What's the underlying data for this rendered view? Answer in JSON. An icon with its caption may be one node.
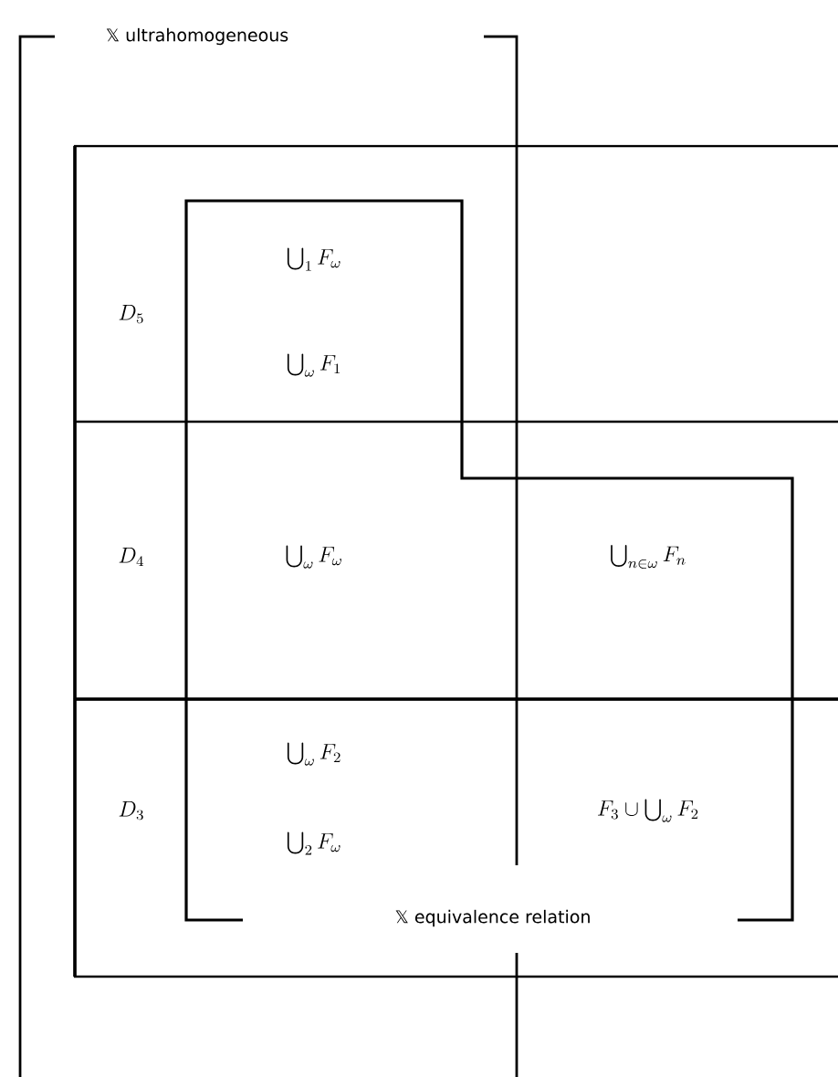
{
  "diagram": {
    "nodes": [
      {
        "text": [
          "𝕏 ultrahomogeneous"
        ]
      },
      {
        "text": [
          "𝕏 equivalence relation"
        ]
      },
      {
        "text": [
          "D_5"
        ]
      },
      {
        "text": [
          "D_4"
        ]
      },
      {
        "text": [
          "D_3"
        ]
      }
    ],
    "labels": [
      "\\bigcup_1 F_\\omega",
      "\\bigcup_\\omega F_1",
      "\\bigcup_\\omega F_\\omega",
      "\\bigcup_{n\\in\\omega} F_n",
      "\\bigcup_\\omega F_2",
      "F_3\\cup\\bigcup_\\omega F_2",
      "\\bigcup_2 F_\\omega"
    ]
  }
}
